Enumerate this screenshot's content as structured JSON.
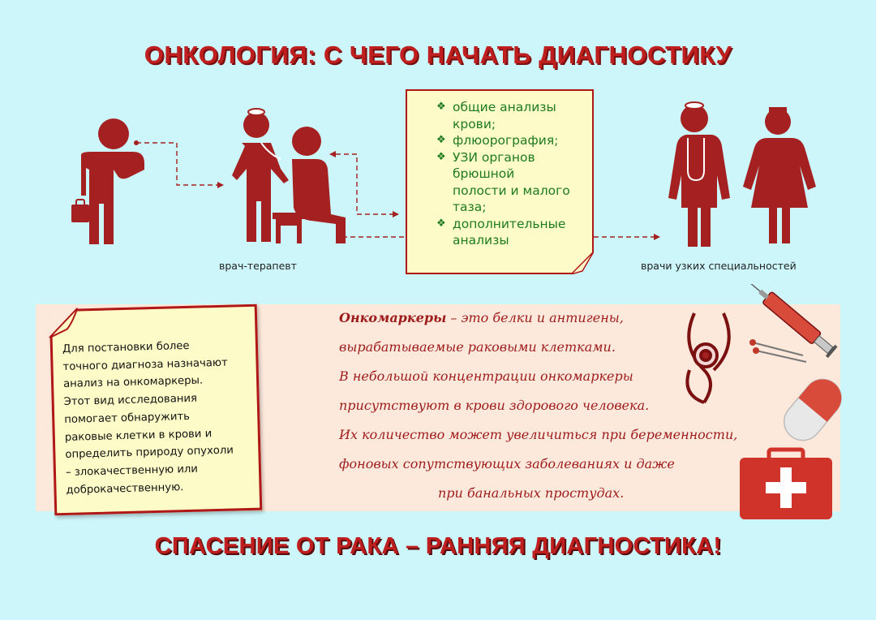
{
  "title": "ОНКОЛОГИЯ: С ЧЕГО НАЧАТЬ ДИАГНОСТИКУ",
  "captions": {
    "therapist": "врач-терапевт",
    "specialists": "врачи узких специальностей"
  },
  "analyses": [
    "общие анализы крови;",
    "флюорография;",
    "УЗИ органов брюшной полости и малого таза;",
    "дополнительные анализы"
  ],
  "analyses_lines": [
    [
      "общие анализы",
      "крови;"
    ],
    [
      "флюорография;"
    ],
    [
      "УЗИ органов",
      "брюшной",
      "полости и малого",
      "таза;"
    ],
    [
      "дополнительные",
      "анализы"
    ]
  ],
  "side_note": "Для постановки более точного диагноза назначают анализ на онкомаркеры. Этот вид исследования помогает обнаружить раковые клетки в крови и определить природу опухоли – злокачественную или доброкачественную.",
  "side_note_lines": [
    "Для постановки более",
    "точного диагноза назначают",
    "анализ на онкомаркеры.",
    "Этот вид исследования",
    "помогает обнаружить",
    "раковые клетки в крови и",
    "определить природу опухоли",
    "– злокачественную или",
    "доброкачественную."
  ],
  "markers": {
    "term": "Онкомаркеры",
    "lines": [
      " – это белки и антигены,",
      "вырабатываемые раковыми клетками.",
      "В небольшой  концентрации онкомаркеры",
      "присутствуют в крови здорового человека.",
      "Их количество может увеличиться при беременности,",
      "фоновых сопутствующих заболеваниях и даже",
      "при банальных простудах."
    ]
  },
  "bottom": "СПАСЕНИЕ ОТ РАКА – РАННЯЯ ДИАГНОСТИКА!",
  "colors": {
    "background": "#cdf6fa",
    "title": "#c01f1f",
    "figure": "#a52121",
    "list_text": "#1f7a1f",
    "note_bg": "#fdfcc8"
  },
  "icons": [
    "patient-icon",
    "therapist-icon",
    "seated-patient-icon",
    "doctor-icon",
    "nurse-icon",
    "stethoscope-icon",
    "syringe-icon",
    "pill-capsule-icon",
    "first-aid-kit-icon"
  ]
}
